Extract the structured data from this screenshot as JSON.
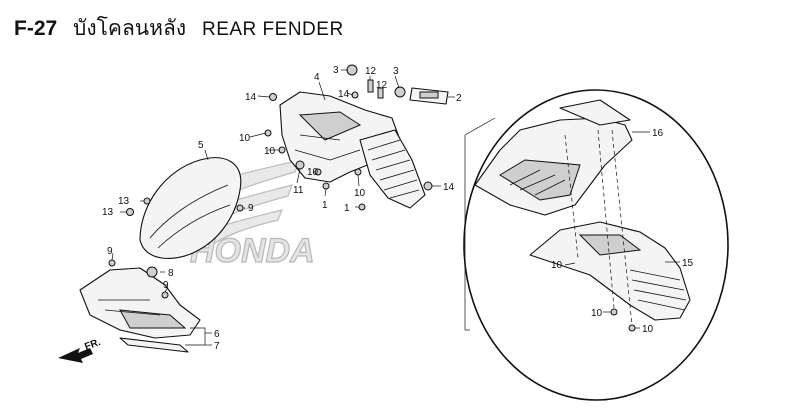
{
  "title": {
    "code": "F-27",
    "thai": "บังโคลนหลัง",
    "english": "REAR FENDER"
  },
  "watermark": {
    "brand": "HONDA"
  },
  "front_arrow": {
    "label": "FR."
  },
  "callouts": [
    {
      "id": "c1a",
      "text": "1"
    },
    {
      "id": "c1b",
      "text": "1"
    },
    {
      "id": "c2",
      "text": "2"
    },
    {
      "id": "c3a",
      "text": "3"
    },
    {
      "id": "c3b",
      "text": "3"
    },
    {
      "id": "c4",
      "text": "4"
    },
    {
      "id": "c5",
      "text": "5"
    },
    {
      "id": "c6",
      "text": "6"
    },
    {
      "id": "c7",
      "text": "7"
    },
    {
      "id": "c8",
      "text": "8"
    },
    {
      "id": "c9a",
      "text": "9"
    },
    {
      "id": "c9b",
      "text": "9"
    },
    {
      "id": "c9c",
      "text": "9"
    },
    {
      "id": "c10a",
      "text": "10"
    },
    {
      "id": "c10b",
      "text": "10"
    },
    {
      "id": "c10c",
      "text": "10"
    },
    {
      "id": "c10d",
      "text": "10"
    },
    {
      "id": "c10e",
      "text": "10"
    },
    {
      "id": "c10f",
      "text": "10"
    },
    {
      "id": "c10g",
      "text": "10"
    },
    {
      "id": "c11",
      "text": "11"
    },
    {
      "id": "c12a",
      "text": "12"
    },
    {
      "id": "c12b",
      "text": "12"
    },
    {
      "id": "c13a",
      "text": "13"
    },
    {
      "id": "c13b",
      "text": "13"
    },
    {
      "id": "c14a",
      "text": "14"
    },
    {
      "id": "c14b",
      "text": "14"
    },
    {
      "id": "c14c",
      "text": "14"
    },
    {
      "id": "c15",
      "text": "15"
    },
    {
      "id": "c16",
      "text": "16"
    }
  ]
}
